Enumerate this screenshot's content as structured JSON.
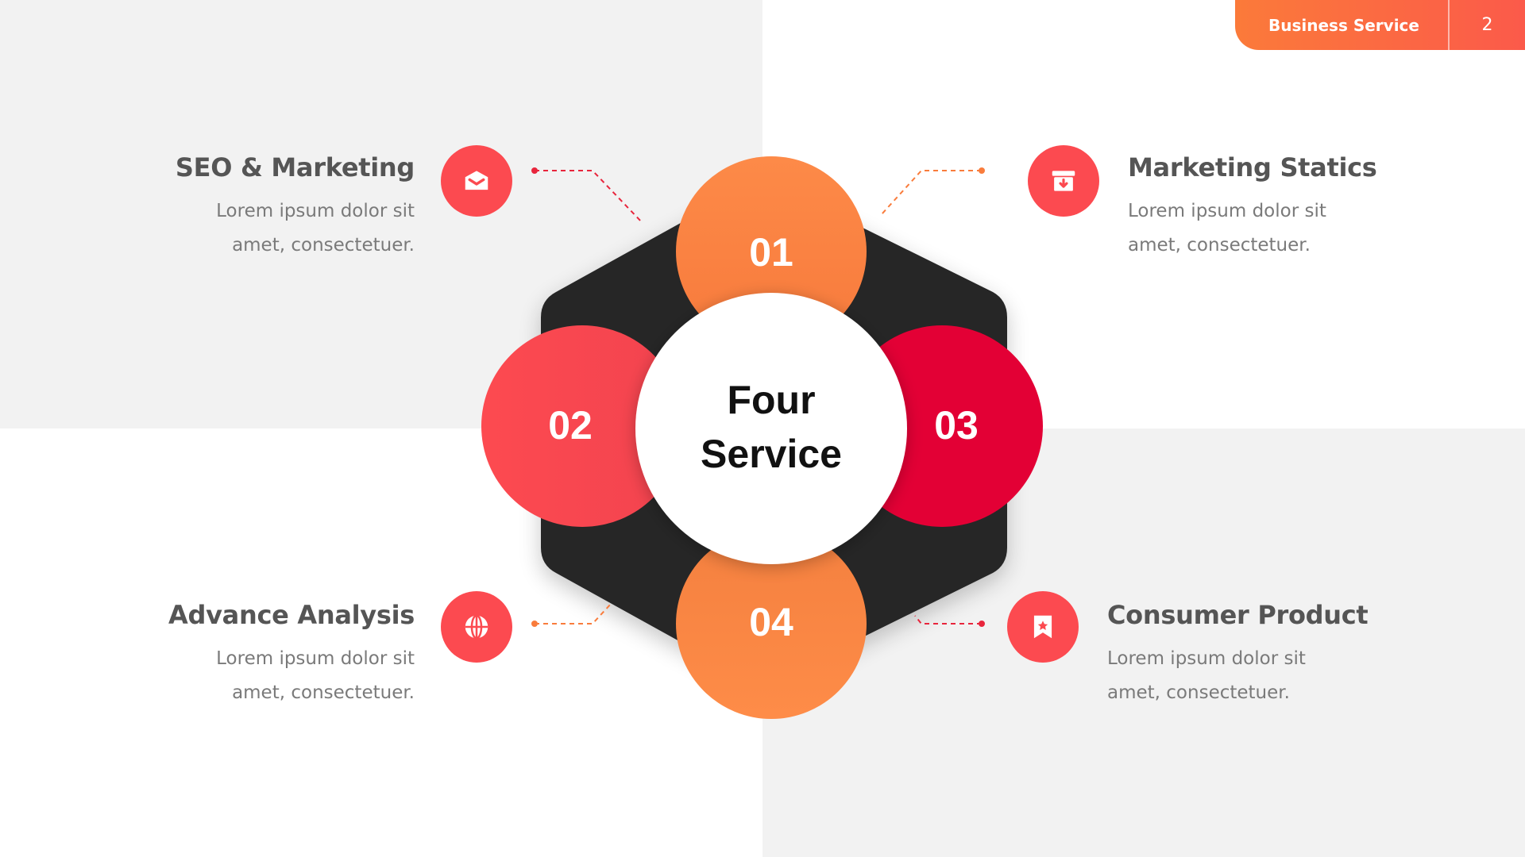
{
  "header": {
    "title": "Business Service",
    "page_number": "2",
    "accent_gradient": [
      "#fb7a3a",
      "#fb5a4a"
    ]
  },
  "center": {
    "line1": "Four",
    "line2": "Service"
  },
  "petals": [
    {
      "number": "01",
      "color": "#fd8a48"
    },
    {
      "number": "02",
      "color": "#fc4a50"
    },
    {
      "number": "03",
      "color": "#e30035"
    },
    {
      "number": "04",
      "color": "#fd8a48"
    }
  ],
  "services": [
    {
      "title": "SEO & Marketing",
      "desc_line1": "Lorem ipsum dolor sit",
      "desc_line2": "amet, consectetuer.",
      "icon": "envelope-icon"
    },
    {
      "title": "Marketing Statics",
      "desc_line1": "Lorem ipsum dolor sit",
      "desc_line2": "amet, consectetuer.",
      "icon": "archive-download-icon"
    },
    {
      "title": "Advance Analysis",
      "desc_line1": "Lorem ipsum dolor sit",
      "desc_line2": "amet, consectetuer.",
      "icon": "globe-icon"
    },
    {
      "title": "Consumer Product",
      "desc_line1": "Lorem ipsum dolor sit",
      "desc_line2": "amet, consectetuer.",
      "icon": "bookmark-star-icon"
    }
  ],
  "colors": {
    "hexagon": "#262626",
    "icon_bg": "#fc4a50",
    "connector_orange": "#f97c3c",
    "connector_red": "#e8253c",
    "panel_gray": "#f2f2f2"
  }
}
